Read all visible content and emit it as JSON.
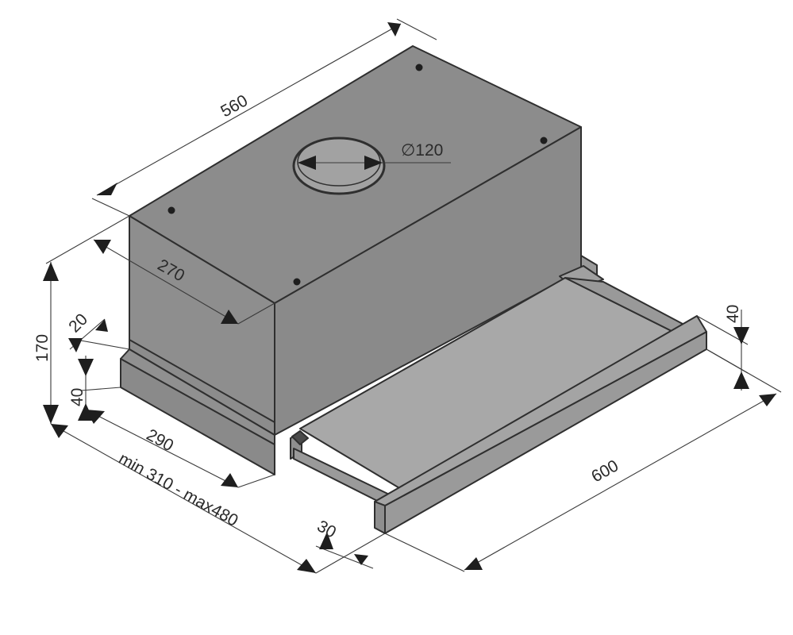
{
  "dimensions": {
    "width_top": "560",
    "exhaust_diameter": "∅120",
    "depth_body": "270",
    "height_total": "170",
    "offset_small": "20",
    "height_base": "40",
    "depth_base": "290",
    "depth_extended": "min 310 - max480",
    "visor_thickness": "30",
    "width_front": "600",
    "visor_height": "40"
  },
  "colors": {
    "body_top": "#8c8c8c",
    "body_front": "#8e8e8e",
    "body_side": "#8a8a8a",
    "base_side": "#8a8a8a",
    "tray": "#a8a8a8",
    "visor": "#9a9a9a",
    "hole": "#a2a2a2",
    "edge": "#2f2f2f"
  }
}
